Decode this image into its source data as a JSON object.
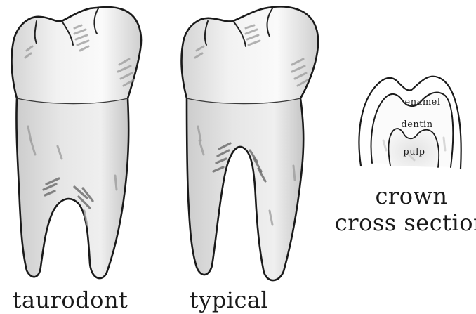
{
  "figure": {
    "teeth": [
      {
        "label": "taurodont"
      },
      {
        "label": "typical"
      }
    ],
    "cross_section": {
      "layers": {
        "enamel": "enamel",
        "dentin": "dentin",
        "pulp": "pulp"
      },
      "title_line1": "crown",
      "title_line2": "cross section"
    }
  }
}
